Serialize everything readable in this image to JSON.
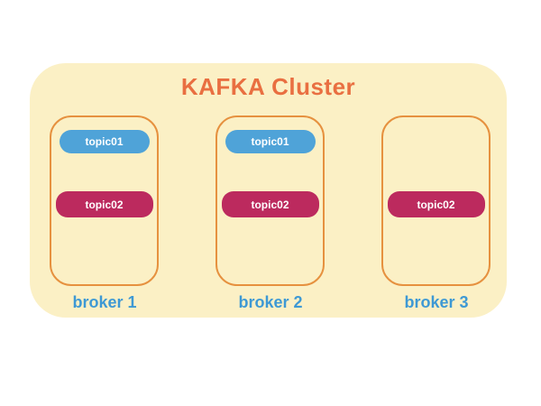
{
  "diagram": {
    "title": "KAFKA Cluster"
  },
  "colors": {
    "cluster_bg": "#FBF0C5",
    "title_orange": "#E96F41",
    "box_border": "#E6913F",
    "topic_blue": "#4FA3D8",
    "topic_crimson": "#BC2A5E",
    "label_blue": "#3E99D4",
    "topic_text": "#FFFFFF",
    "page_bg": "#FFFFFF"
  },
  "brokers": [
    {
      "label": "broker 1",
      "topics": [
        {
          "name": "topic01",
          "color_key": "blue",
          "slot": 0
        },
        {
          "name": "topic02",
          "color_key": "crimson",
          "slot": 1
        }
      ]
    },
    {
      "label": "broker 2",
      "topics": [
        {
          "name": "topic01",
          "color_key": "blue",
          "slot": 0
        },
        {
          "name": "topic02",
          "color_key": "crimson",
          "slot": 1
        }
      ]
    },
    {
      "label": "broker 3",
      "topics": [
        {
          "name": "topic02",
          "color_key": "crimson",
          "slot": 1
        }
      ]
    }
  ]
}
